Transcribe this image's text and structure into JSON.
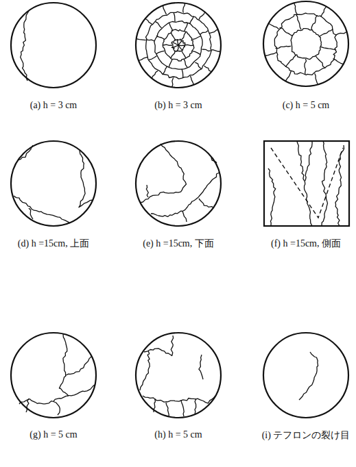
{
  "diagram": {
    "labels": [
      "(a) h = 3 cm",
      "(b) h = 3 cm",
      "(c) h = 5 cm",
      "(d) h =15cm, 上面",
      "(e) h =15cm, 下面",
      "(f) h =15cm, 側面",
      "(g) h = 5 cm",
      "(h) h = 5 cm",
      "(i) テフロンの裂け目"
    ]
  }
}
